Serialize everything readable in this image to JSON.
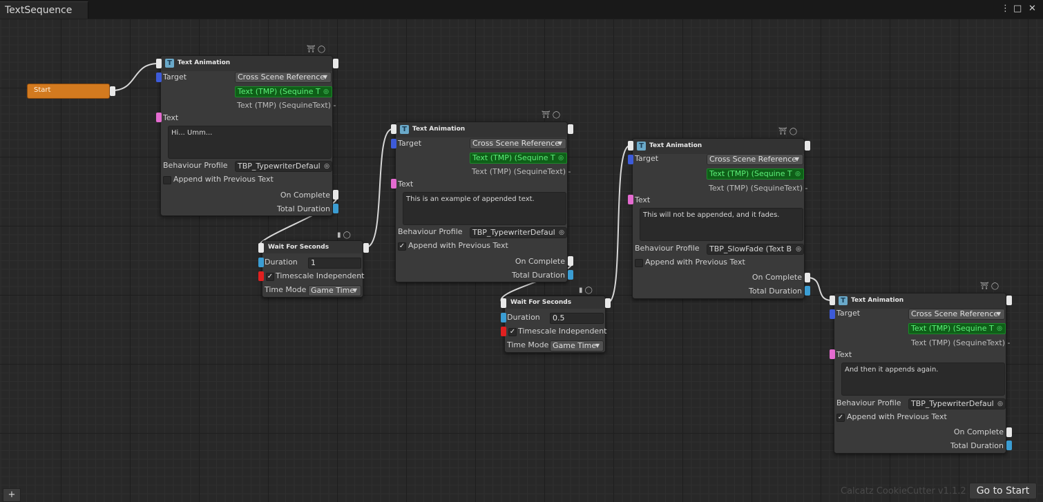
{
  "window": {
    "tab_title": "TextSequence",
    "menu_icon": "kebab-menu-icon",
    "maximize_icon": "maximize-icon",
    "close_icon": "close-icon",
    "menu_glyph": "⋮",
    "maximize_glyph": "□",
    "close_glyph": "✕"
  },
  "start_node": {
    "label": "Start"
  },
  "text_animation_nodes": [
    {
      "title": "Text Animation",
      "target_label": "Target",
      "reference_type": "Cross Scene Reference",
      "target_value": "Text (TMP) (Sequine T",
      "target_sub": "Text (TMP) (SequineText) -",
      "text_label": "Text",
      "text_value": "Hi... Umm...",
      "profile_label": "Behaviour Profile",
      "profile_value": "TBP_TypewriterDefaul",
      "append_label": "Append with Previous Text",
      "append_checked": false,
      "on_complete_label": "On Complete",
      "total_duration_label": "Total Duration"
    },
    {
      "title": "Text Animation",
      "target_label": "Target",
      "reference_type": "Cross Scene Reference",
      "target_value": "Text (TMP) (Sequine T",
      "target_sub": "Text (TMP) (SequineText) -",
      "text_label": "Text",
      "text_value": "This is an example of appended text.",
      "profile_label": "Behaviour Profile",
      "profile_value": "TBP_TypewriterDefaul",
      "append_label": "Append with Previous Text",
      "append_checked": true,
      "on_complete_label": "On Complete",
      "total_duration_label": "Total Duration"
    },
    {
      "title": "Text Animation",
      "target_label": "Target",
      "reference_type": "Cross Scene Reference",
      "target_value": "Text (TMP) (Sequine T",
      "target_sub": "Text (TMP) (SequineText) -",
      "text_label": "Text",
      "text_value": "This will not be appended, and it fades.",
      "profile_label": "Behaviour Profile",
      "profile_value": "TBP_SlowFade (Text B",
      "append_label": "Append with Previous Text",
      "append_checked": false,
      "on_complete_label": "On Complete",
      "total_duration_label": "Total Duration"
    },
    {
      "title": "Text Animation",
      "target_label": "Target",
      "reference_type": "Cross Scene Reference",
      "target_value": "Text (TMP) (Sequine T",
      "target_sub": "Text (TMP) (SequineText) -",
      "text_label": "Text",
      "text_value": "And then it appends again.",
      "profile_label": "Behaviour Profile",
      "profile_value": "TBP_TypewriterDefaul",
      "append_label": "Append with Previous Text",
      "append_checked": true,
      "on_complete_label": "On Complete",
      "total_duration_label": "Total Duration"
    }
  ],
  "wait_nodes": [
    {
      "title": "Wait For Seconds",
      "duration_label": "Duration",
      "duration_value": "1",
      "timescale_label": "Timescale Independent",
      "timescale_checked": true,
      "time_mode_label": "Time Mode",
      "time_mode_value": "Game Time"
    },
    {
      "title": "Wait For Seconds",
      "duration_label": "Duration",
      "duration_value": "0.5",
      "timescale_label": "Timescale Independent",
      "timescale_checked": true,
      "time_mode_label": "Time Mode",
      "time_mode_value": "Game Time"
    }
  ],
  "footer": {
    "add_label": "+",
    "version": "Calcatz CookieCutter v1.1.2",
    "goto_start": "Go to Start"
  },
  "colors": {
    "start": "#d37a1f",
    "flow_port": "#e8e8e8",
    "target_port": "#3d5bd9",
    "text_port": "#e46bd0",
    "float_port": "#3b9dd3",
    "bool_port": "#e02020",
    "reference": "#0f5f18"
  }
}
